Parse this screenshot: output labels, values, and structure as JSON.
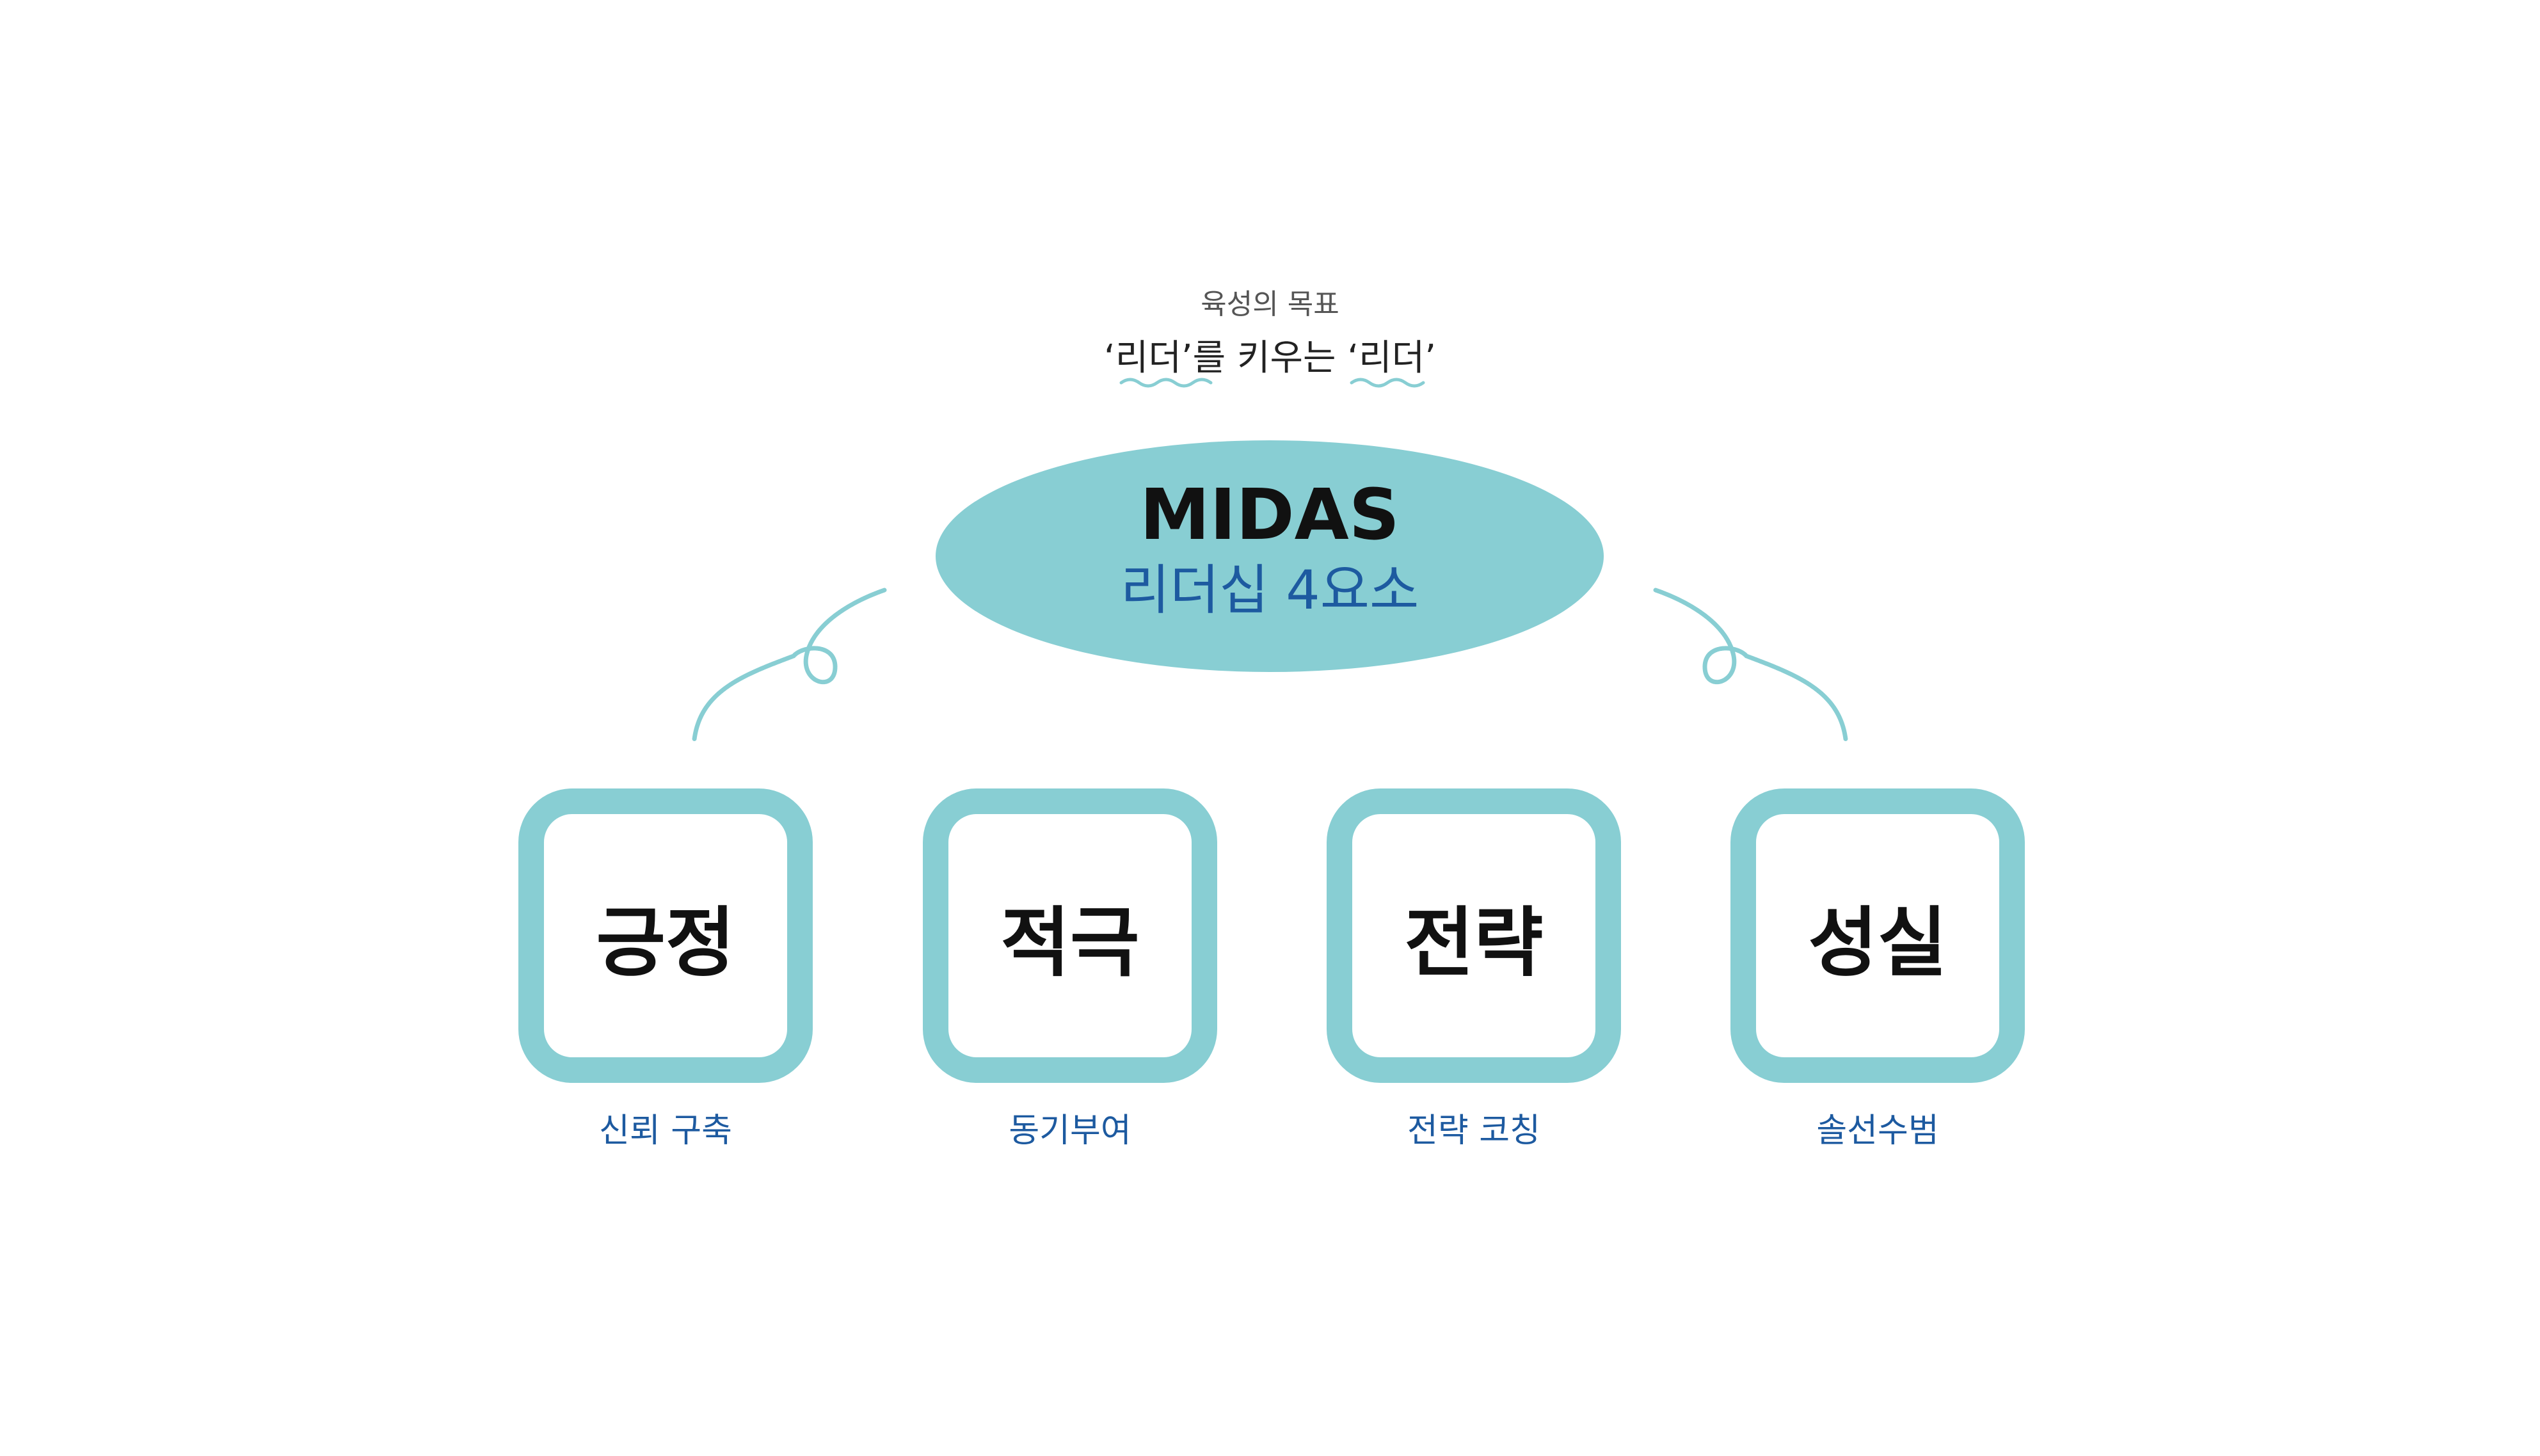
{
  "header": {
    "subtitle": "육성의 목표",
    "headline_parts": [
      "‘",
      "리더",
      "’를 키우는 ‘",
      "리더",
      "’"
    ]
  },
  "center": {
    "title": "MIDAS",
    "subtitle": "리더십 4요소"
  },
  "elements": [
    {
      "label": "긍정",
      "caption": "신뢰 구축"
    },
    {
      "label": "적극",
      "caption": "동기부여"
    },
    {
      "label": "전략",
      "caption": "전략 코칭"
    },
    {
      "label": "성실",
      "caption": "솔선수범"
    }
  ],
  "colors": {
    "accent": "#88ced3",
    "caption_text": "#1d5aa0",
    "title_text": "#111111",
    "subtitle_text": "#555555"
  }
}
